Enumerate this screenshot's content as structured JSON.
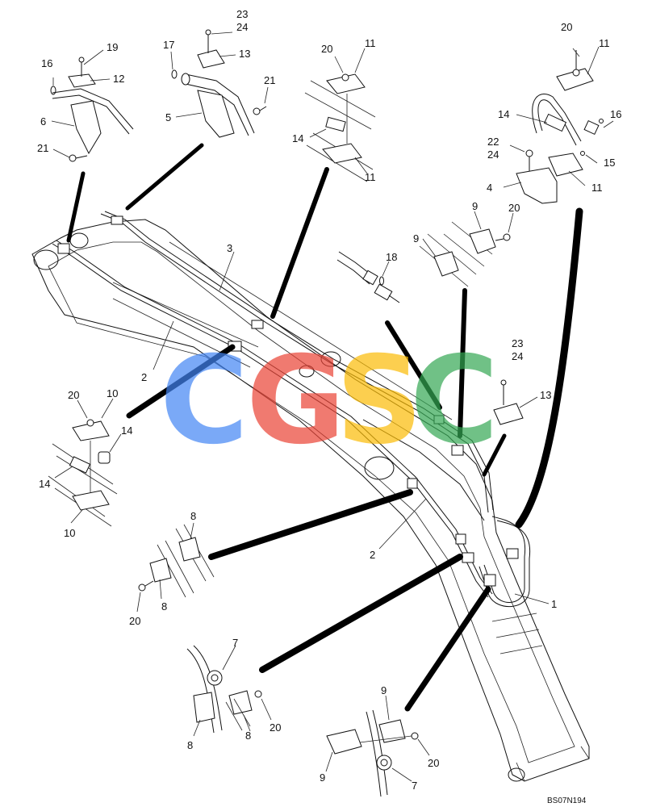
{
  "diagram": {
    "watermark_letters": [
      {
        "char": "C",
        "color": "#4285F4"
      },
      {
        "char": "G",
        "color": "#EA4335"
      },
      {
        "char": "S",
        "color": "#FBBC05"
      },
      {
        "char": "C",
        "color": "#34A853"
      }
    ],
    "drawing_code": "BS07N194",
    "callouts": [
      "19",
      "16",
      "12",
      "6",
      "21",
      "17",
      "23",
      "24",
      "13",
      "5",
      "21",
      "20",
      "11",
      "14",
      "11",
      "20",
      "11",
      "14",
      "16",
      "22",
      "24",
      "15",
      "4",
      "11",
      "9",
      "20",
      "9",
      "18",
      "3",
      "2",
      "23",
      "24",
      "13",
      "20",
      "10",
      "14",
      "14",
      "10",
      "8",
      "8",
      "20",
      "2",
      "1",
      "7",
      "8",
      "8",
      "20",
      "9",
      "20",
      "9",
      "7"
    ]
  }
}
